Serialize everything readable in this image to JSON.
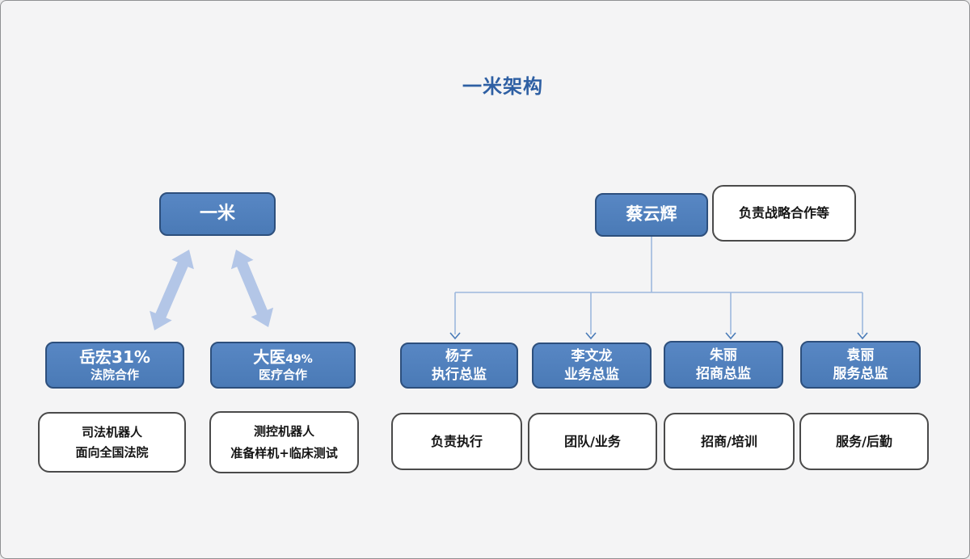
{
  "page": {
    "title": "一米架构"
  },
  "left_group": {
    "root_label": "一米",
    "partners": [
      {
        "title_main": "岳宏31%",
        "title_sub": "",
        "subtitle": "法院合作",
        "note_line1": "司法机器人",
        "note_line2": "面向全国法院"
      },
      {
        "title_main": "大医",
        "title_sub": "49%",
        "subtitle": "医疗合作",
        "note_line1": "测控机器人",
        "note_line2": "准备样机+临床测试"
      }
    ]
  },
  "right_group": {
    "leader_name": "蔡云辉",
    "leader_note": "负责战略合作等",
    "members": [
      {
        "name": "杨子",
        "role": "执行总监",
        "duty": "负责执行"
      },
      {
        "name": "李文龙",
        "role": "业务总监",
        "duty": "团队/业务"
      },
      {
        "name": "朱丽",
        "role": "招商总监",
        "duty": "招商/培训"
      },
      {
        "name": "袁丽",
        "role": "服务总监",
        "duty": "服务/后勤"
      }
    ]
  },
  "colors": {
    "node_fill": "#4d7ebb",
    "node_border": "#2d4f7c",
    "double_arrow": "#b3c6e7",
    "connector_line": "#9db8dd",
    "connector_arrowhead": "#4a7bb8",
    "title_text": "#2e5fa3",
    "note_border": "#4a4a4a",
    "background": "#f4f4f5"
  }
}
